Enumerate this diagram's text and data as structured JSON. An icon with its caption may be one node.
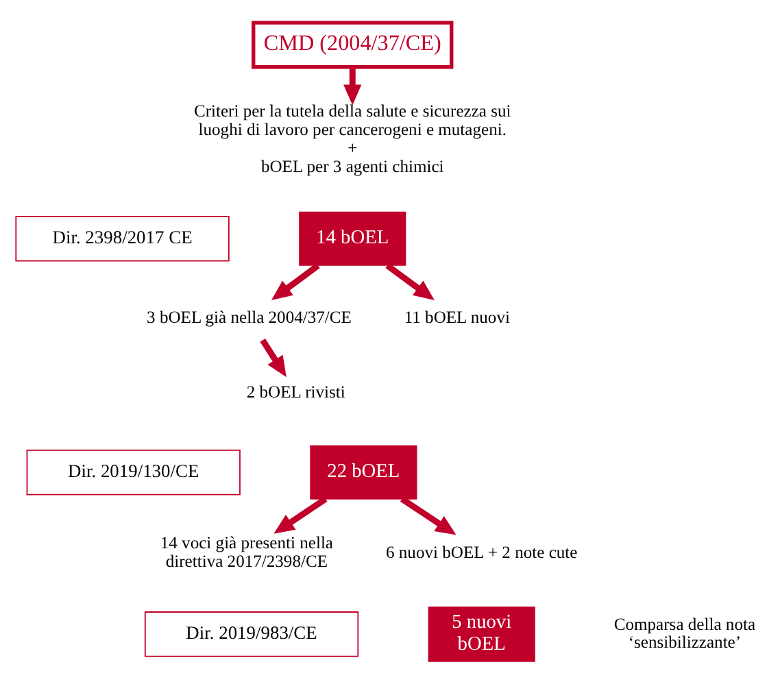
{
  "diagram": {
    "nodes": [
      {
        "text": [
          "CMD (2004/37/CE)"
        ]
      },
      {
        "text": [
          "Criteri per la tutela della salute e sicurezza sui luoghi di lavoro per cancerogeni e mutageni.",
          "+",
          "bOEL per 3 agenti chimici"
        ]
      },
      {
        "text": [
          "Dir. 2398/2017 CE"
        ]
      },
      {
        "text": [
          "14 bOEL"
        ]
      },
      {
        "text": [
          "3 bOEL già nella 2004/37/CE"
        ]
      },
      {
        "text": [
          "2 bOEL rivisti"
        ]
      },
      {
        "text": [
          "11 bOEL nuovi"
        ]
      },
      {
        "text": [
          "Dir. 2019/130/CE"
        ]
      },
      {
        "text": [
          "22 bOEL"
        ]
      },
      {
        "text": [
          "14 voci già presenti nella direttiva 2017/2398/CE"
        ]
      },
      {
        "text": [
          "6 nuovi bOEL + 2 note cute"
        ]
      },
      {
        "text": [
          "Dir. 2019/983/CE"
        ]
      },
      {
        "text": [
          "5 nuovi bOEL"
        ]
      }
    ],
    "edges": [
      {
        "from": 0,
        "to": 1,
        "arrow": "to"
      },
      {
        "from": 3,
        "to": 4,
        "arrow": "to"
      },
      {
        "from": 4,
        "to": 5,
        "arrow": "to"
      },
      {
        "from": 3,
        "to": 6,
        "arrow": "to"
      },
      {
        "from": 8,
        "to": 9,
        "arrow": "to"
      },
      {
        "from": 8,
        "to": 10,
        "arrow": "to"
      }
    ],
    "labels": [
      "Comparsa della nota ‘sensibilizzante’"
    ]
  }
}
